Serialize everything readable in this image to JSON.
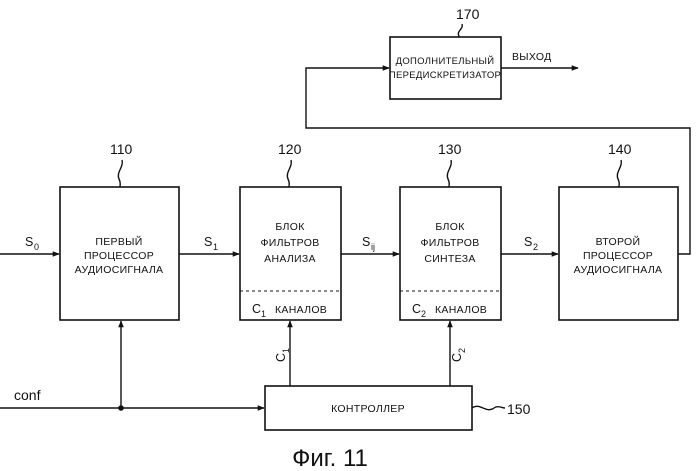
{
  "figure_caption": "Фиг. 11",
  "blocks": {
    "first": {
      "ref": "110",
      "lines": [
        "ПЕРВЫЙ",
        "ПРОЦЕССОР",
        "АУДИОСИГНАЛА"
      ]
    },
    "analysis": {
      "ref": "120",
      "lines": [
        "БЛОК",
        "ФИЛЬТРОВ",
        "АНАЛИЗА"
      ],
      "channels_sym": "C",
      "channels_sub": "1",
      "channels_word": "КАНАЛОВ"
    },
    "synthesis": {
      "ref": "130",
      "lines": [
        "БЛОК",
        "ФИЛЬТРОВ",
        "СИНТЕЗА"
      ],
      "channels_sym": "C",
      "channels_sub": "2",
      "channels_word": "КАНАЛОВ"
    },
    "second": {
      "ref": "140",
      "lines": [
        "ВТОРОЙ",
        "ПРОЦЕССОР",
        "АУДИОСИГНАЛА"
      ]
    },
    "controller": {
      "ref": "150",
      "label": "КОНТРОЛЛЕР"
    },
    "resampler": {
      "ref": "170",
      "lines": [
        "ДОПОЛНИТЕЛЬНЫЙ",
        "ПЕРЕДИСКРЕТИЗАТОР"
      ]
    }
  },
  "signals": {
    "s0": {
      "sym": "S",
      "sub": "0"
    },
    "s1": {
      "sym": "S",
      "sub": "1"
    },
    "sij": {
      "sym": "S",
      "sub": "ij"
    },
    "s2": {
      "sym": "S",
      "sub": "2"
    },
    "c1": {
      "sym": "C",
      "sub": "1"
    },
    "c2": {
      "sym": "C",
      "sub": "2"
    },
    "conf": "conf",
    "output": "ВЫХОД"
  }
}
